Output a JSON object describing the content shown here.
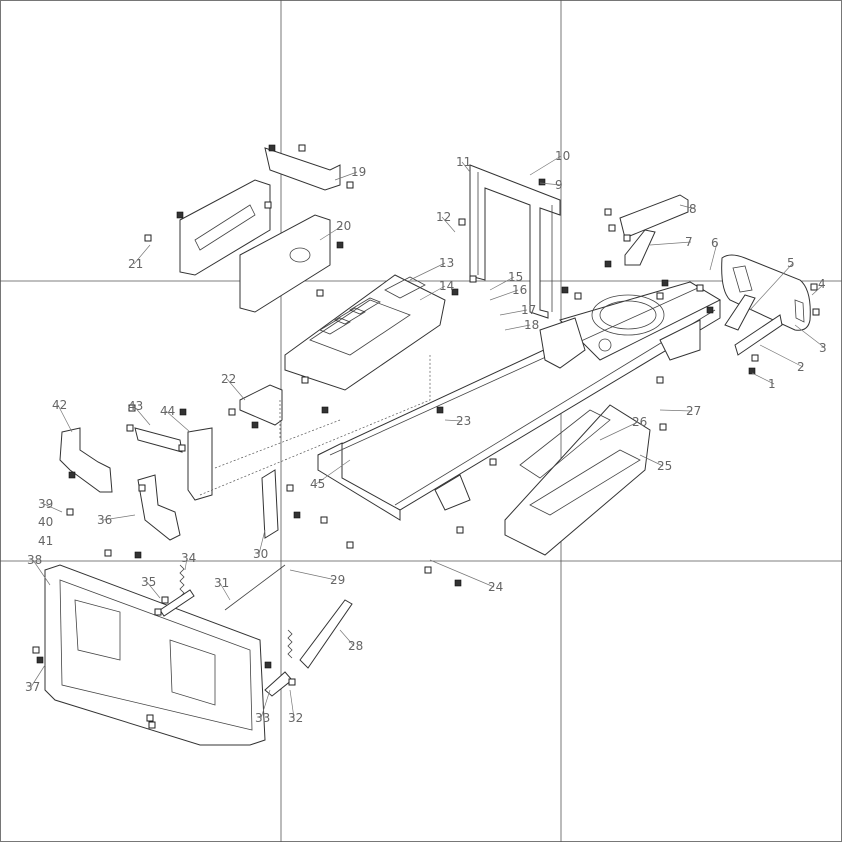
{
  "diagram": {
    "type": "exploded-parts-view",
    "part_numbers": [
      "1",
      "2",
      "3",
      "4",
      "5",
      "6",
      "7",
      "8",
      "9",
      "10",
      "11",
      "12",
      "13",
      "14",
      "15",
      "16",
      "17",
      "18",
      "19",
      "20",
      "21",
      "22",
      "23",
      "24",
      "25",
      "26",
      "27",
      "28",
      "29",
      "30",
      "31",
      "32",
      "33",
      "34",
      "35",
      "36",
      "37",
      "38",
      "39",
      "40",
      "41",
      "42",
      "43",
      "44",
      "45"
    ],
    "colors": {
      "line": "#333333",
      "label": "#666666",
      "background": "#ffffff"
    }
  }
}
